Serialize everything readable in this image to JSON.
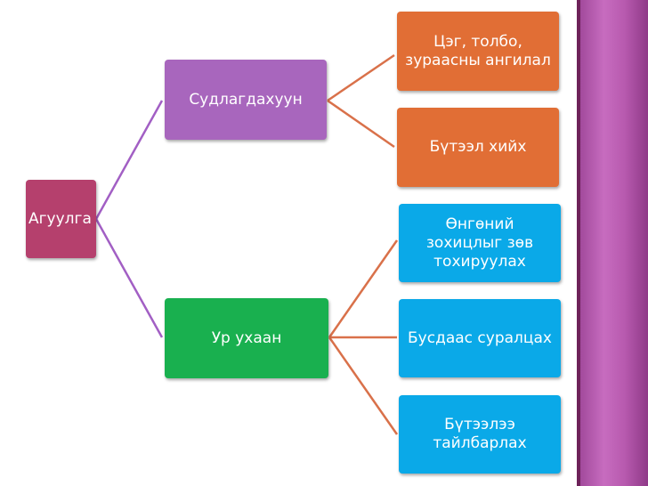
{
  "diagram": {
    "root": {
      "label": "Агуулга",
      "color": "#b5406d"
    },
    "branches": [
      {
        "label": "Судлагдахуун",
        "color": "#a866bd",
        "connector_color": "#a25fc4",
        "children": [
          {
            "label": "Цэг, толбо, зураасны ангилал",
            "color": "#e16e35"
          },
          {
            "label": "Бүтээл хийх",
            "color": "#e16e35"
          }
        ]
      },
      {
        "label": "Ур ухаан",
        "color": "#19b04f",
        "connector_color": "#a25fc4",
        "children": [
          {
            "label": "Өнгөний зохицлыг зөв тохируулах",
            "color": "#0aa9e8"
          },
          {
            "label": "Бусдаас суралцах",
            "color": "#0aa9e8"
          },
          {
            "label": "Бүтээлээ тайлбарлах",
            "color": "#0aa9e8"
          }
        ]
      }
    ],
    "child_connector_color": "#d9714a"
  },
  "theme": {
    "stripe_colors": [
      "#7a2a63",
      "#a94fa3",
      "#c96fc0",
      "#8e3c86"
    ]
  }
}
